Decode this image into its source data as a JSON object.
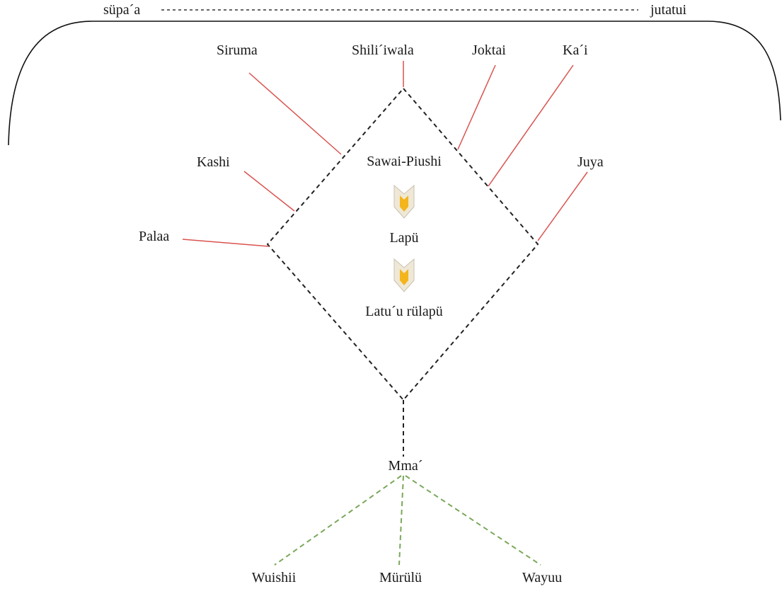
{
  "top_axis": {
    "left_label": "süpa´a",
    "right_label": "jutatui"
  },
  "winds": {
    "siruma": "Siruma",
    "shiliiwala": "Shili´iwala",
    "joktai": "Joktai",
    "kai": "Ka´i",
    "kashi": "Kashi",
    "juya": "Juya",
    "palaa": "Palaa"
  },
  "center_sequence": {
    "first": "Sawai-Piushi",
    "second": "Lapü",
    "third": "Latu´u rülapü"
  },
  "origin": {
    "label": "Mma´"
  },
  "descendants": {
    "wuishii": "Wuishii",
    "murulu": "Mürülü",
    "wayuu": "Wayuu"
  },
  "colors": {
    "red_lines": "#d9534f",
    "green_lines": "#7aa85a",
    "arrow_fill": "#f3b51b",
    "arrow_body": "#efe8d6"
  }
}
